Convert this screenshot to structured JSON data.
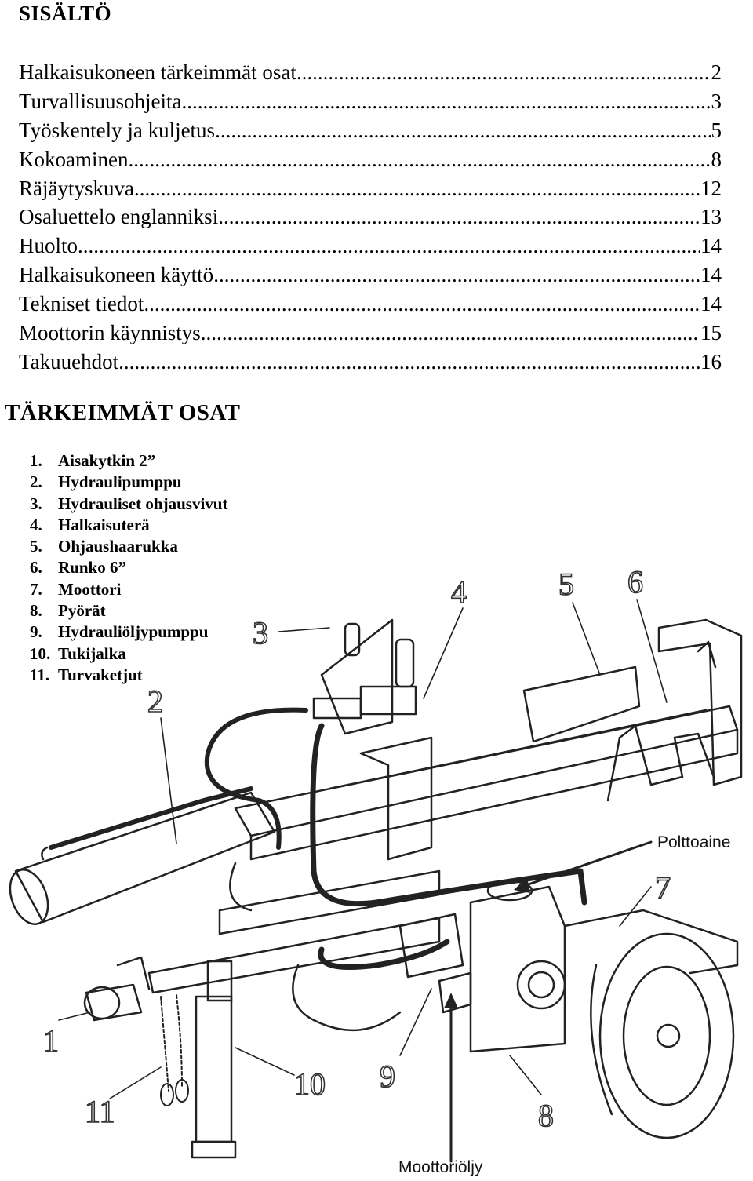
{
  "toc": {
    "title": "SISÄLTÖ",
    "entries": [
      {
        "label": "Halkaisukoneen tärkeimmät osat",
        "page": "2"
      },
      {
        "label": "Turvallisuusohjeita",
        "page": "3"
      },
      {
        "label": "Työskentely ja kuljetus",
        "page": "5"
      },
      {
        "label": "Kokoaminen",
        "page": "8"
      },
      {
        "label": "Räjäytyskuva",
        "page": "12"
      },
      {
        "label": "Osaluettelo englanniksi",
        "page": "13"
      },
      {
        "label": "Huolto",
        "page": "14"
      },
      {
        "label": "Halkaisukoneen käyttö",
        "page": "14"
      },
      {
        "label": "Tekniset tiedot",
        "page": "14"
      },
      {
        "label": "Moottorin käynnistys",
        "page": "15"
      },
      {
        "label": "Takuuehdot",
        "page": "16"
      }
    ]
  },
  "parts": {
    "title": "TÄRKEIMMÄT OSAT",
    "items": [
      {
        "num": "1.",
        "label": "Aisakytkin 2”"
      },
      {
        "num": "2.",
        "label": "Hydraulipumppu"
      },
      {
        "num": "3.",
        "label": "Hydrauliset ohjausvivut"
      },
      {
        "num": "4.",
        "label": "Halkaisuterä"
      },
      {
        "num": "5.",
        "label": "Ohjaushaarukka"
      },
      {
        "num": "6.",
        "label": "Runko 6”"
      },
      {
        "num": "7.",
        "label": "Moottori"
      },
      {
        "num": "8.",
        "label": "Pyörät"
      },
      {
        "num": "9.",
        "label": "Hydrauliöljypumppu"
      },
      {
        "num": "10.",
        "label": "Tukijalka"
      },
      {
        "num": "11.",
        "label": "Turvaketjut"
      }
    ]
  },
  "diagram": {
    "callouts": [
      "1",
      "2",
      "3",
      "4",
      "5",
      "6",
      "7",
      "8",
      "9",
      "10",
      "11"
    ],
    "label_fuel": "Polttoaine",
    "label_oil": "Moottoriöljy"
  }
}
